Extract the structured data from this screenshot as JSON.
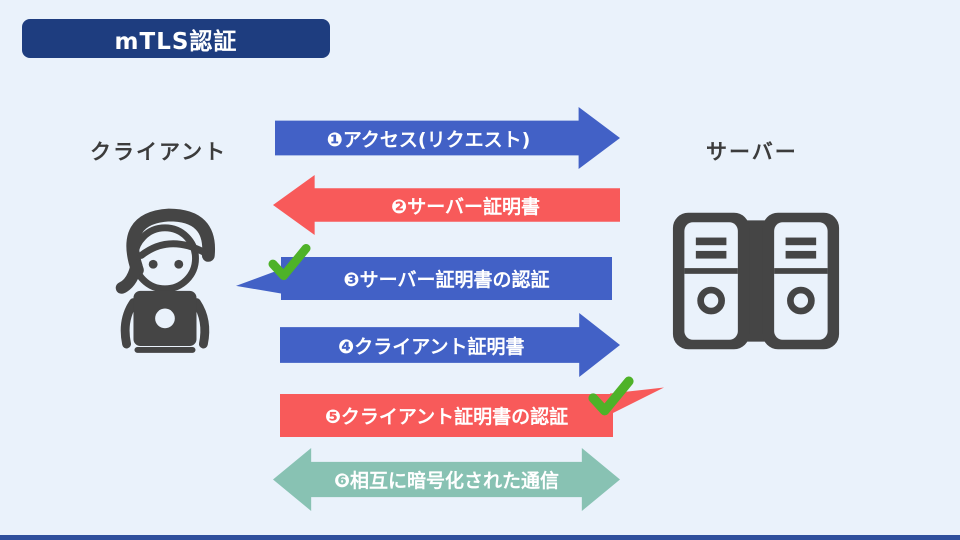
{
  "title": "mTLS認証",
  "actors": {
    "client": "クライアント",
    "server": "サーバー"
  },
  "steps": [
    {
      "num": "❶",
      "label": "アクセス(リクエスト)",
      "direction": "client-to-server",
      "style": "blue-right-arrow",
      "verified": false
    },
    {
      "num": "❷",
      "label": "サーバー証明書",
      "direction": "server-to-client",
      "style": "red-left-arrow",
      "verified": false
    },
    {
      "num": "❸",
      "label": "サーバー証明書の認証",
      "direction": "at-client",
      "style": "blue-callout-pointing-left",
      "verified": true
    },
    {
      "num": "❹",
      "label": "クライアント証明書",
      "direction": "client-to-server",
      "style": "blue-right-arrow",
      "verified": false
    },
    {
      "num": "❺",
      "label": "クライアント証明書の認証",
      "direction": "at-server",
      "style": "red-callout-pointing-right",
      "verified": true
    },
    {
      "num": "❻",
      "label": "相互に暗号化された通信",
      "direction": "bidirectional",
      "style": "teal-double-arrow",
      "verified": false
    }
  ],
  "colors": {
    "background": "#eaf2fb",
    "title_bg": "#1e3d7f",
    "blue_arrow": "#4261c6",
    "red_arrow": "#f85a5a",
    "teal_arrow": "#88c2b3",
    "icon_gray": "#454545",
    "check_green": "#4eb228",
    "label_text": "#3c3c3c",
    "bottom_bar": "#2f4f9c"
  }
}
